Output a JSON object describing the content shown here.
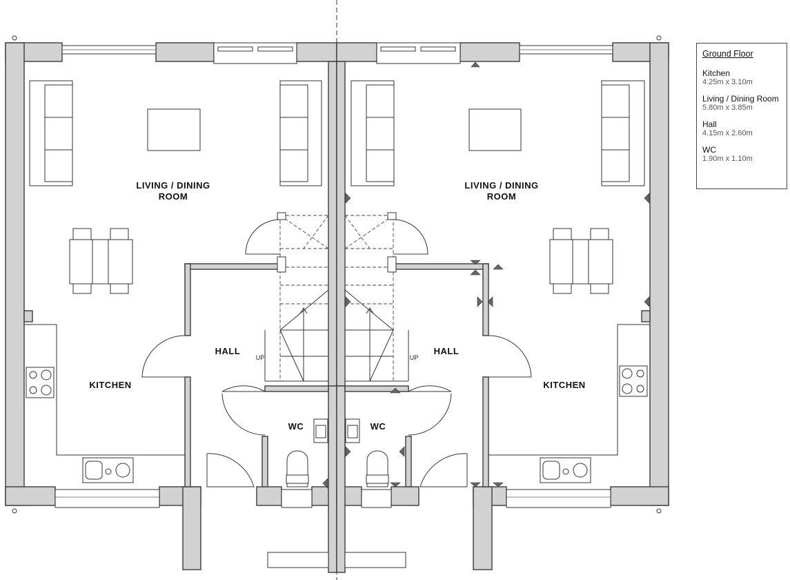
{
  "rooms": {
    "left": {
      "living": [
        "LIVING / DINING",
        "ROOM"
      ],
      "hall": "HALL",
      "kitchen": "KITCHEN",
      "wc": "WC",
      "up": "UP"
    },
    "right": {
      "living": [
        "LIVING / DINING",
        "ROOM"
      ],
      "hall": "HALL",
      "kitchen": "KITCHEN",
      "wc": "WC",
      "up": "UP"
    }
  },
  "legend": {
    "title": "Ground Floor",
    "rooms": [
      {
        "name": "Kitchen",
        "dims": "4.25m x 3.10m"
      },
      {
        "name": "Living / Dining Room",
        "dims": "5.80m x 3.85m"
      },
      {
        "name": "Hall",
        "dims": "4.15m x 2.60m"
      },
      {
        "name": "WC",
        "dims": "1.90m x 1.10m"
      }
    ]
  },
  "colors": {
    "wall_fill": "#d2d2d2",
    "line": "#333333",
    "background": "#ffffff"
  }
}
